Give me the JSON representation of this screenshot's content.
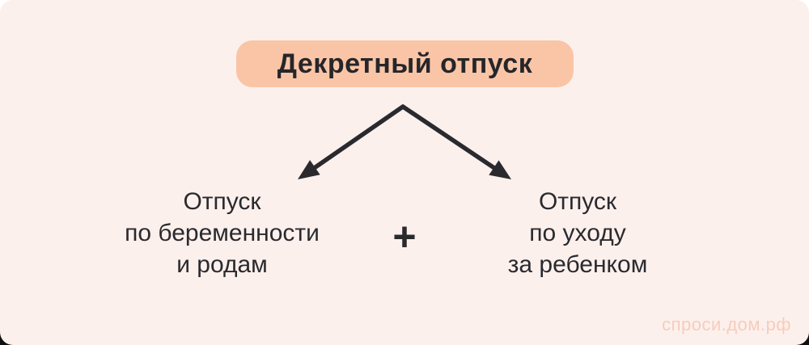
{
  "diagram": {
    "title": "Декретный отпуск",
    "connector": "+",
    "left_branch": {
      "lines": [
        "Отпуск",
        "по беременности",
        "и родам"
      ]
    },
    "right_branch": {
      "lines": [
        "Отпуск",
        "по уходу",
        "за ребенком"
      ]
    },
    "watermark": "спроси.дом.рф"
  },
  "colors": {
    "card_background": "#fcf0ed",
    "title_badge_background": "#fac5a6",
    "text": "#2a2a2e",
    "arrow": "#2a2a2e",
    "watermark": "#f8ccba",
    "page_top_background": "#ffffff",
    "page_bottom_background": "#101010"
  }
}
